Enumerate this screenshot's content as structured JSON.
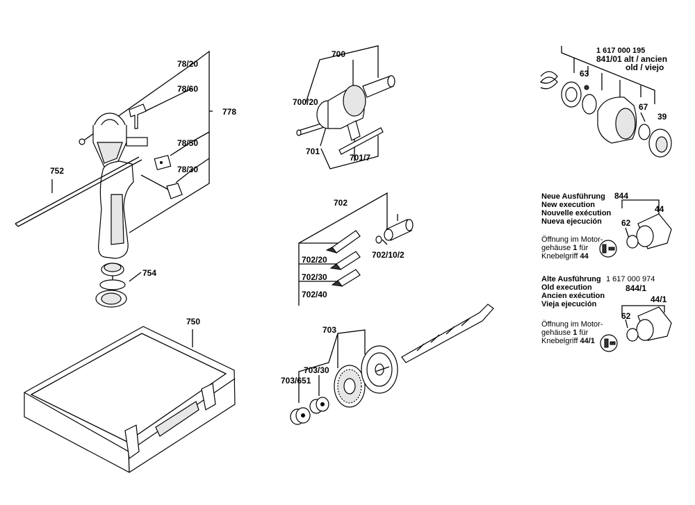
{
  "labels": {
    "l_78_20": "78/20",
    "l_78_60": "78/60",
    "l_778": "778",
    "l_78_50": "78/50",
    "l_78_30": "78/30",
    "l_752": "752",
    "l_754": "754",
    "l_750": "750",
    "l_700": "700",
    "l_700_20": "700/20",
    "l_701": "701",
    "l_701_7": "701/7",
    "l_702": "702",
    "l_702_20": "702/20",
    "l_702_30": "702/30",
    "l_702_40": "702/40",
    "l_702_10_2": "702/10/2",
    "l_703": "703",
    "l_703_651": "703/651",
    "l_703_30": "703/30",
    "l_1617000195": "1 617 000 195",
    "l_841_01": "841/01",
    "l_alt_ancien": " alt / ancien",
    "l_old_viejo": "old / viejo",
    "l_63": "63",
    "l_67": "67",
    "l_39": "39",
    "l_844": "844",
    "l_44": "44",
    "l_62a": "62",
    "l_1617000974": "1 617 000 974",
    "l_844_1": "844/1",
    "l_44_1": "44/1",
    "l_62b": "62"
  },
  "new_exec": {
    "de": "Neue Ausführung",
    "en": "New execution",
    "fr": "Nouvelle exécution",
    "es": "Nueva ejecución",
    "note1": "Öffnung im Motor-",
    "note2_pre": "gehäuse ",
    "note2_b": "1",
    "note2_post": " für",
    "note3_pre": "Knebelgriff ",
    "note3_b": "44"
  },
  "old_exec": {
    "de": "Alte Ausführung",
    "en": "Old execution",
    "fr": "Ancien exécution",
    "es": "Vieja ejecución",
    "note1": "Öffnung im Motor-",
    "note2_pre": "gehäuse ",
    "note2_b": "1",
    "note2_post": " für",
    "note3_pre": "Knebelgriff ",
    "note3_b": "44/1"
  }
}
